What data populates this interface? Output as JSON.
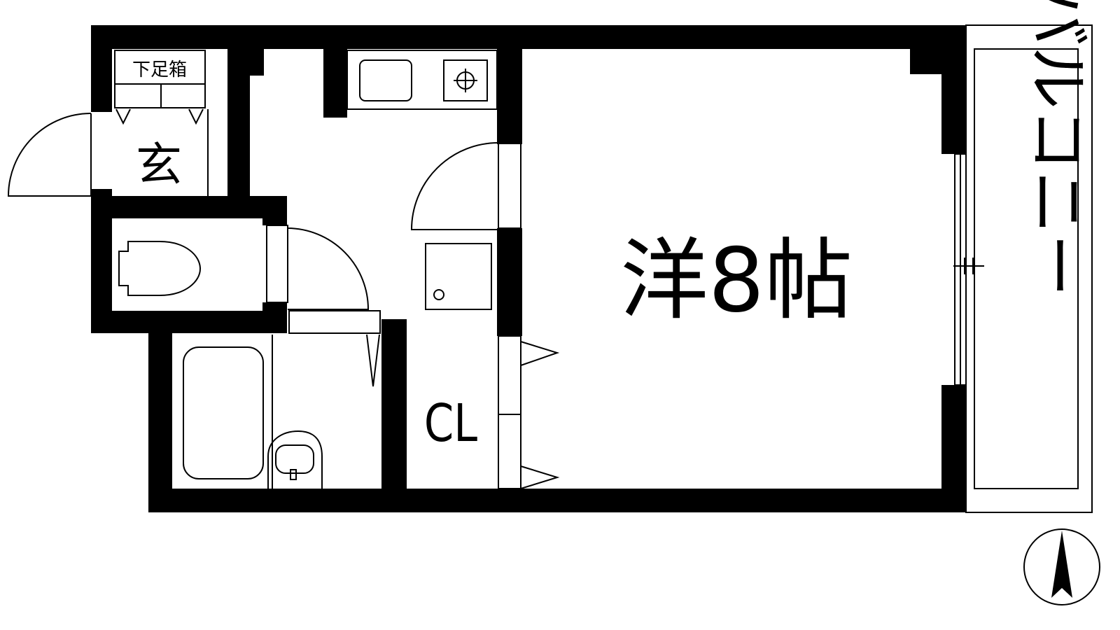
{
  "floorplan": {
    "entrance_label": "玄",
    "shoe_box_label": "下足箱",
    "western_room_label": "洋8帖",
    "closet_label": "CL",
    "balcony_label": "バルコニー"
  },
  "icons": {
    "compass": "north-arrow-icon",
    "toilet": "toilet-icon",
    "bathtub": "bathtub-icon",
    "washbasin": "washbasin-icon",
    "sink": "kitchen-sink-icon",
    "stove": "gas-stove-icon",
    "washer": "washing-machine-pan-icon"
  },
  "colors": {
    "wall": "#000000",
    "background": "#ffffff"
  }
}
